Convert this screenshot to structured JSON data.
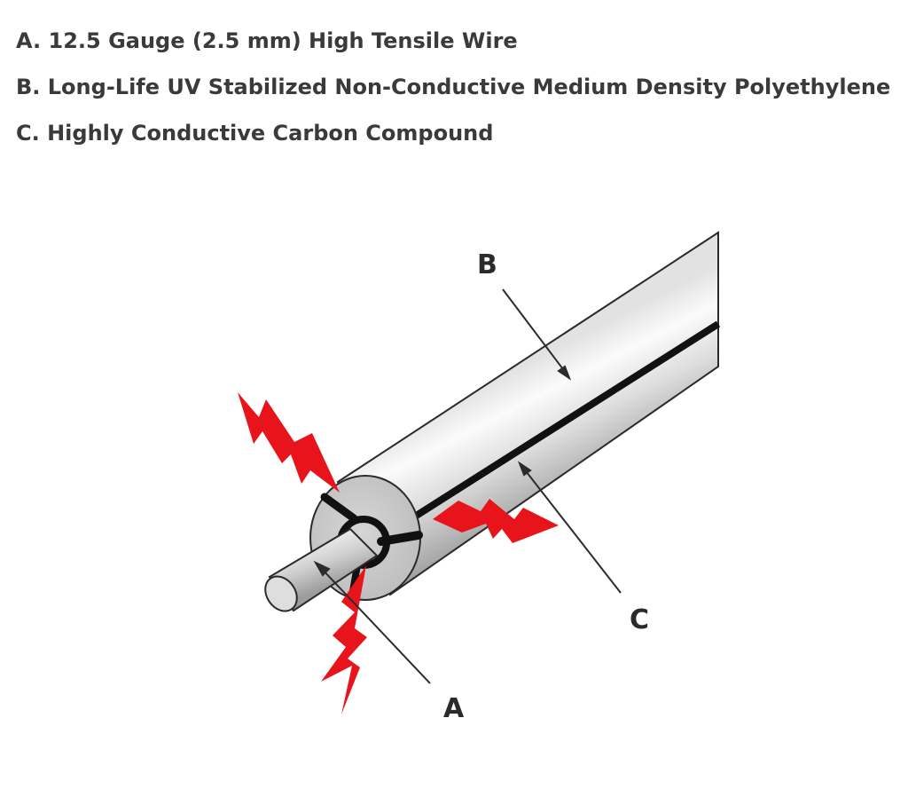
{
  "legend": {
    "items": [
      {
        "text": "A. 12.5 Gauge (2.5 mm) High Tensile Wire"
      },
      {
        "text": "B. Long-Life UV Stabilized Non-Conductive Medium Density Polyethylene"
      },
      {
        "text": "C. Highly Conductive Carbon Compound"
      }
    ]
  },
  "diagram": {
    "labels": {
      "a": "A",
      "b": "B",
      "c": "C"
    },
    "colors": {
      "sheath_light": "#f4f4f4",
      "sheath_dark": "#9a9a9a",
      "carbon": "#111111",
      "wire": "#c8c8c8",
      "lightning": "#e8141c"
    }
  }
}
